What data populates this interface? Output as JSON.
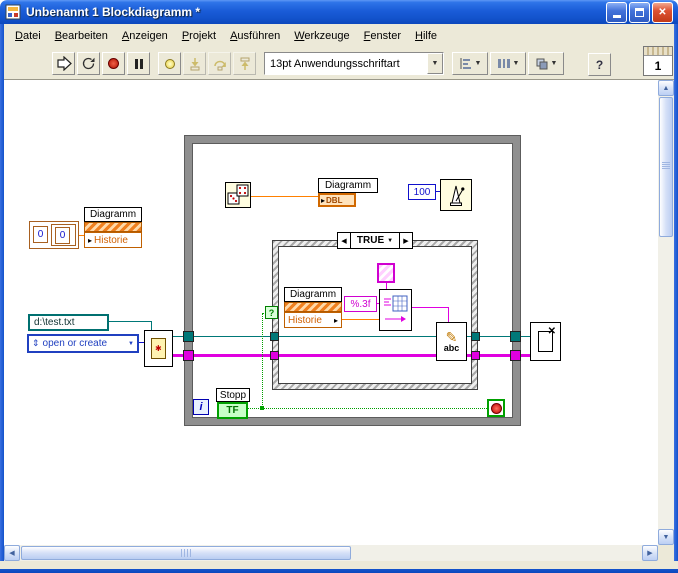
{
  "window": {
    "title": "Unbenannt 1 Blockdiagramm *"
  },
  "menu": {
    "items": [
      {
        "label": "Datei"
      },
      {
        "label": "Bearbeiten"
      },
      {
        "label": "Anzeigen"
      },
      {
        "label": "Projekt"
      },
      {
        "label": "Ausführen"
      },
      {
        "label": "Werkzeuge"
      },
      {
        "label": "Fenster"
      },
      {
        "label": "Hilfe"
      }
    ]
  },
  "toolbar": {
    "font_selector": "13pt Anwendungsschriftart",
    "help_label": "?",
    "vi_number": "1"
  },
  "diagram": {
    "history_init": {
      "cluster_values": [
        "0",
        "0"
      ],
      "node_title": "Diagramm",
      "node_property": "Historie"
    },
    "chart_terminal": {
      "label": "Diagramm",
      "type": "DBL"
    },
    "wait_ms": "100",
    "case_selector": "TRUE",
    "case_selector_question": "?",
    "history_read": {
      "node_title": "Diagramm",
      "node_property": "Historie"
    },
    "format_string": "%.3f",
    "write_file_text": "abc",
    "file_path": "d:\\test.txt",
    "file_mode": "open or create",
    "stop_label": "Stopp",
    "stop_terminal": "TF",
    "iteration_label": "i"
  },
  "icons": {
    "close": "✕",
    "dropdown": "▼",
    "case_prev": "◀",
    "case_next": "▶",
    "enum_updown": "⇕",
    "pencil": "✎",
    "file_close_x": "✕",
    "file_new_star": "✱",
    "terminal_arrow": "▸",
    "scroll_up": "▲",
    "scroll_down": "▼",
    "scroll_left": "◀",
    "scroll_right": "▶"
  },
  "colors": {
    "titlebar_blue": "#1353CC",
    "wire_numeric_orange": "#FF8000",
    "wire_refnum_teal": "#007878",
    "wire_string_magenta": "#E000E0",
    "wire_boolean_green": "#00A000",
    "wire_integer_blue": "#1010CC"
  }
}
